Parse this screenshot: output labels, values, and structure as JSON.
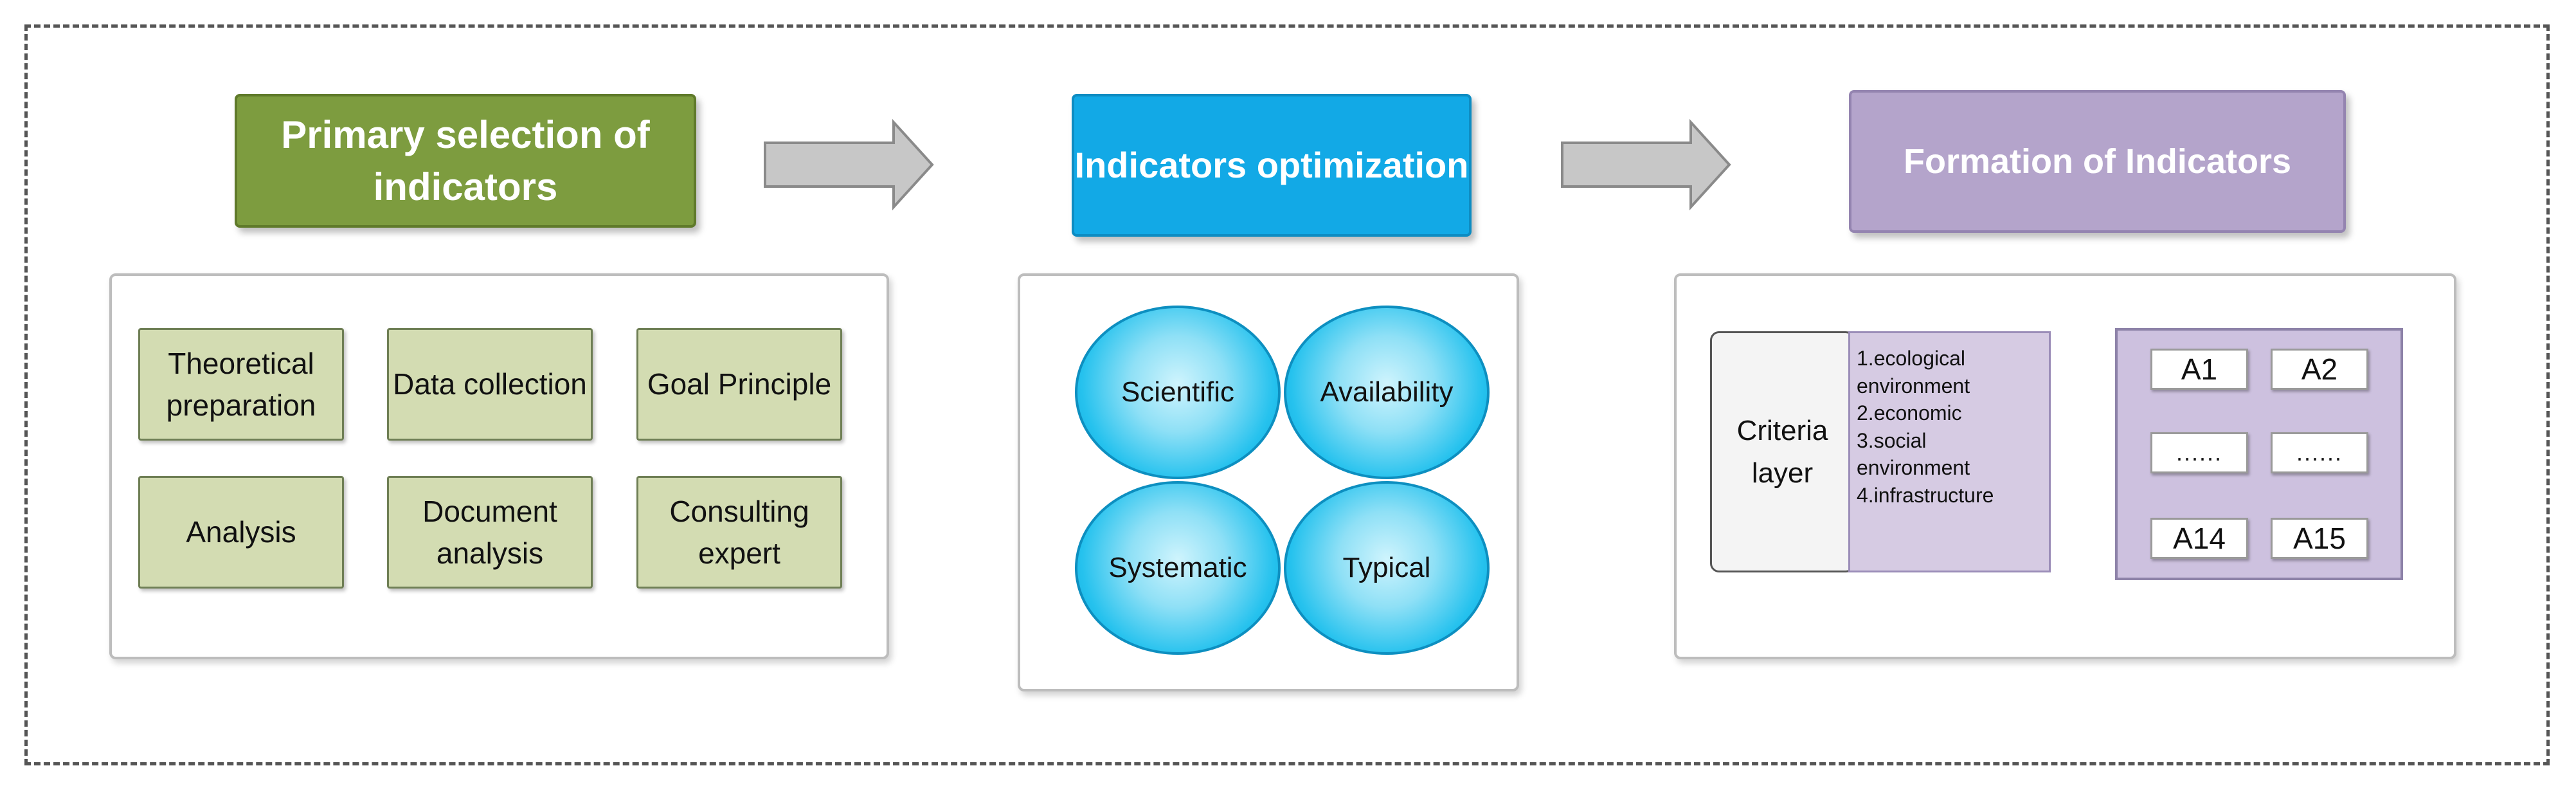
{
  "stages": [
    {
      "title": "Primary selection of indicators"
    },
    {
      "title": "Indicators optimization"
    },
    {
      "title": "Formation of Indicators"
    }
  ],
  "selection_steps": {
    "row1": [
      "Theoretical preparation",
      "Data collection",
      "Goal Principle"
    ],
    "row2": [
      "Analysis",
      "Document analysis",
      "Consulting expert"
    ]
  },
  "principles": [
    "Scientific",
    "Availability",
    "Systematic",
    "Typical"
  ],
  "formation": {
    "criteria_label": "Criteria layer",
    "criteria_items": [
      "1.ecological",
      "environment",
      "2.economic",
      "3.social",
      "environment",
      "4.infrastructure"
    ],
    "indicators": [
      "A1",
      "A2",
      "......",
      "......",
      "A14",
      "A15"
    ]
  },
  "colors": {
    "stage1": "#7d9c3f",
    "stage2": "#12a9e6",
    "stage3": "#b4a4cb",
    "step_fill": "#d3dcb2",
    "circle": "#26c2ee",
    "arrow": "#c7c7c7"
  }
}
